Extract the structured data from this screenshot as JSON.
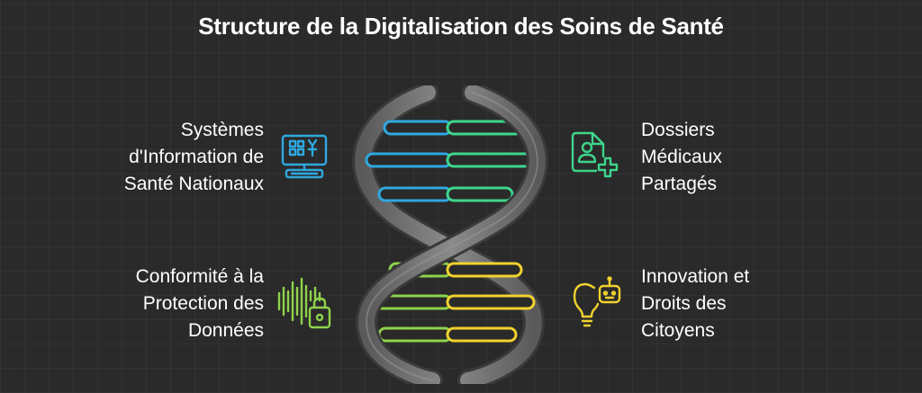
{
  "title": "Structure de la Digitalisation des Soins de Santé",
  "items": [
    {
      "lines": [
        "Systèmes",
        "d'Information de",
        "Santé Nationaux"
      ],
      "icon": "computer-health-icon",
      "color": "#2fa8e0"
    },
    {
      "lines": [
        "Dossiers",
        "Médicaux",
        "Partagés"
      ],
      "icon": "medical-record-icon",
      "color": "#3dd68c"
    },
    {
      "lines": [
        "Conformité à la",
        "Protection des",
        "Données"
      ],
      "icon": "soundwave-lock-icon",
      "color": "#8ed34a"
    },
    {
      "lines": [
        "Innovation et",
        "Droits des",
        "Citoyens"
      ],
      "icon": "lightbulb-robot-icon",
      "color": "#f2d22e"
    }
  ]
}
